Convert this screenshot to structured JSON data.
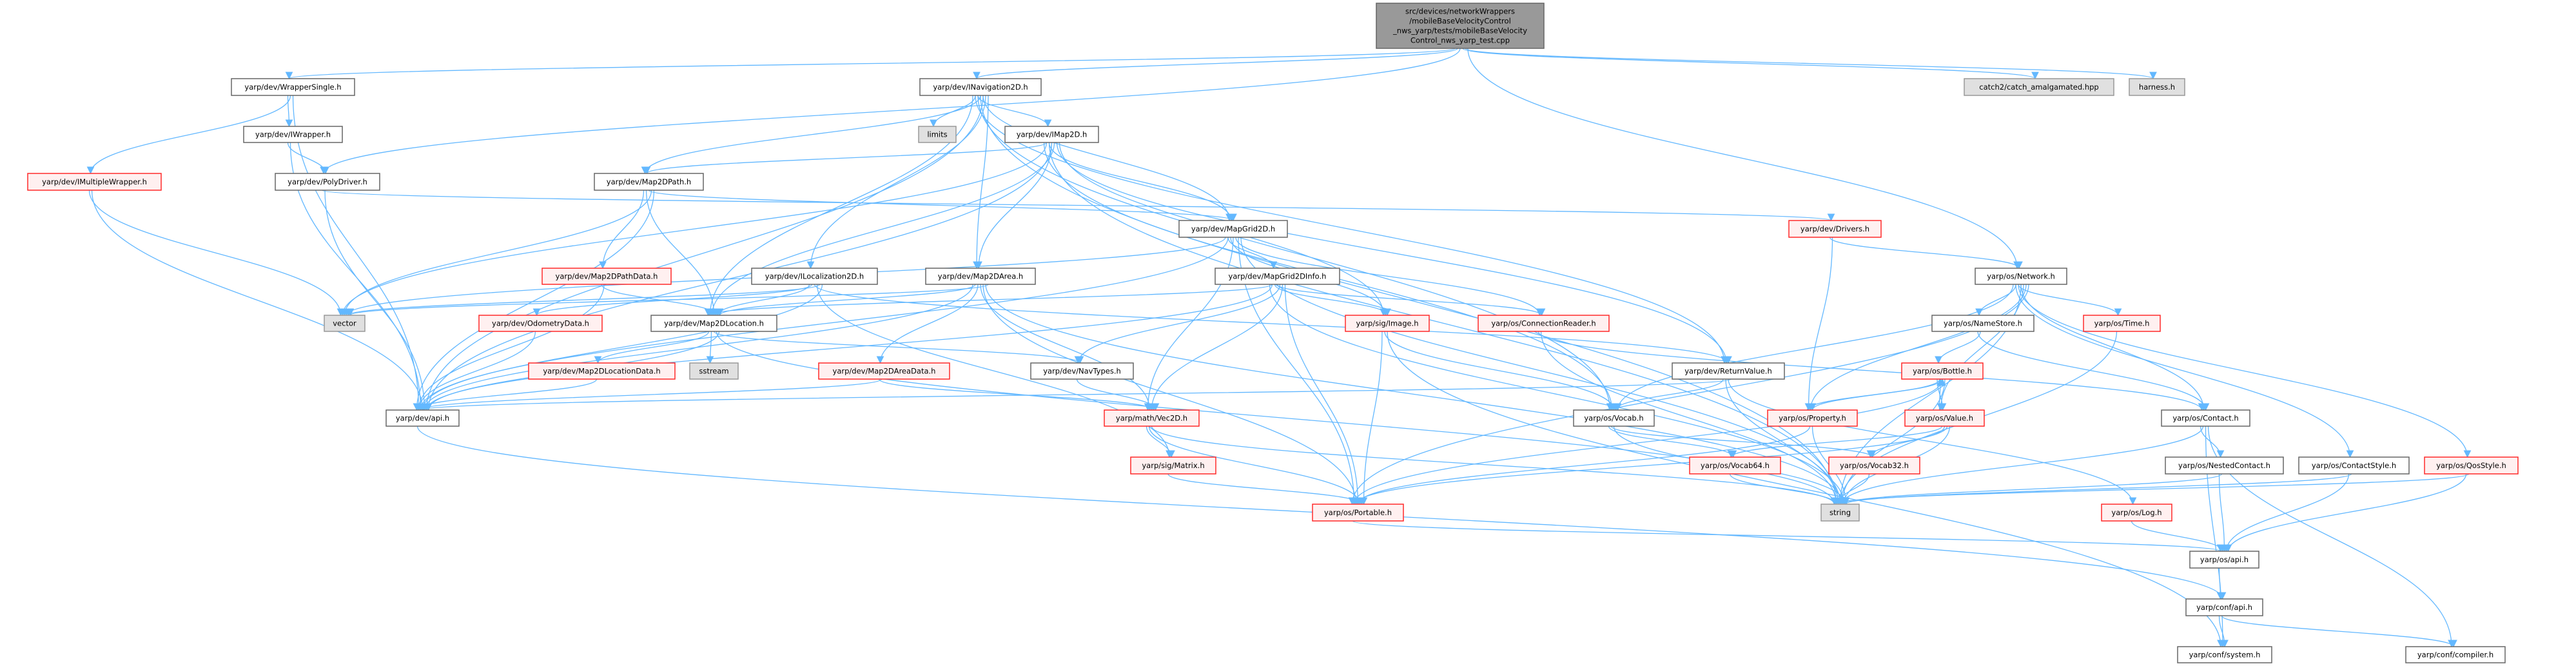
{
  "graph": {
    "root": {
      "lines": [
        "src/devices/networkWrappers",
        "/mobileBaseVelocityControl",
        "_nws_yarp/tests/mobileBaseVelocity",
        "Control_nws_yarp_test.cpp"
      ]
    },
    "nodes": [
      {
        "id": "wrapperSingle",
        "label": "yarp/dev/WrapperSingle.h",
        "style": "normal"
      },
      {
        "id": "iNavigation2D",
        "label": "yarp/dev/INavigation2D.h",
        "style": "normal"
      },
      {
        "id": "catch2",
        "label": "catch2/catch_amalgamated.hpp",
        "style": "ext"
      },
      {
        "id": "harness",
        "label": "harness.h",
        "style": "ext"
      },
      {
        "id": "iWrapper",
        "label": "yarp/dev/IWrapper.h",
        "style": "normal"
      },
      {
        "id": "limits",
        "label": "limits",
        "style": "ext"
      },
      {
        "id": "iMap2D",
        "label": "yarp/dev/IMap2D.h",
        "style": "normal"
      },
      {
        "id": "iMultipleWrapper",
        "label": "yarp/dev/IMultipleWrapper.h",
        "style": "red"
      },
      {
        "id": "polyDriver",
        "label": "yarp/dev/PolyDriver.h",
        "style": "normal"
      },
      {
        "id": "map2DPath",
        "label": "yarp/dev/Map2DPath.h",
        "style": "normal"
      },
      {
        "id": "mapGrid2D",
        "label": "yarp/dev/MapGrid2D.h",
        "style": "normal"
      },
      {
        "id": "drivers",
        "label": "yarp/dev/Drivers.h",
        "style": "red"
      },
      {
        "id": "map2DPathData",
        "label": "yarp/dev/Map2DPathData.h",
        "style": "red"
      },
      {
        "id": "iLocalization2D",
        "label": "yarp/dev/ILocalization2D.h",
        "style": "normal"
      },
      {
        "id": "map2DArea",
        "label": "yarp/dev/Map2DArea.h",
        "style": "normal"
      },
      {
        "id": "mapGrid2DInfo",
        "label": "yarp/dev/MapGrid2DInfo.h",
        "style": "normal"
      },
      {
        "id": "network",
        "label": "yarp/os/Network.h",
        "style": "normal"
      },
      {
        "id": "vector",
        "label": "vector",
        "style": "ext"
      },
      {
        "id": "odometryData",
        "label": "yarp/dev/OdometryData.h",
        "style": "red"
      },
      {
        "id": "map2DLocation",
        "label": "yarp/dev/Map2DLocation.h",
        "style": "normal"
      },
      {
        "id": "image",
        "label": "yarp/sig/Image.h",
        "style": "red"
      },
      {
        "id": "connectionReader",
        "label": "yarp/os/ConnectionReader.h",
        "style": "red"
      },
      {
        "id": "nameStore",
        "label": "yarp/os/NameStore.h",
        "style": "normal"
      },
      {
        "id": "time",
        "label": "yarp/os/Time.h",
        "style": "red"
      },
      {
        "id": "map2DLocationData",
        "label": "yarp/dev/Map2DLocationData.h",
        "style": "red"
      },
      {
        "id": "sstream",
        "label": "sstream",
        "style": "ext"
      },
      {
        "id": "map2DAreaData",
        "label": "yarp/dev/Map2DAreaData.h",
        "style": "red"
      },
      {
        "id": "navTypes",
        "label": "yarp/dev/NavTypes.h",
        "style": "normal"
      },
      {
        "id": "returnValue",
        "label": "yarp/dev/ReturnValue.h",
        "style": "normal"
      },
      {
        "id": "bottle",
        "label": "yarp/os/Bottle.h",
        "style": "red"
      },
      {
        "id": "devApi",
        "label": "yarp/dev/api.h",
        "style": "normal"
      },
      {
        "id": "vec2D",
        "label": "yarp/math/Vec2D.h",
        "style": "red"
      },
      {
        "id": "vocab",
        "label": "yarp/os/Vocab.h",
        "style": "normal"
      },
      {
        "id": "property",
        "label": "yarp/os/Property.h",
        "style": "red"
      },
      {
        "id": "value",
        "label": "yarp/os/Value.h",
        "style": "red"
      },
      {
        "id": "contact",
        "label": "yarp/os/Contact.h",
        "style": "normal"
      },
      {
        "id": "matrix",
        "label": "yarp/sig/Matrix.h",
        "style": "red"
      },
      {
        "id": "vocab64",
        "label": "yarp/os/Vocab64.h",
        "style": "red"
      },
      {
        "id": "vocab32",
        "label": "yarp/os/Vocab32.h",
        "style": "red"
      },
      {
        "id": "nestedContact",
        "label": "yarp/os/NestedContact.h",
        "style": "normal"
      },
      {
        "id": "contactStyle",
        "label": "yarp/os/ContactStyle.h",
        "style": "normal"
      },
      {
        "id": "qosStyle",
        "label": "yarp/os/QosStyle.h",
        "style": "red"
      },
      {
        "id": "portable",
        "label": "yarp/os/Portable.h",
        "style": "red"
      },
      {
        "id": "string",
        "label": "string",
        "style": "ext"
      },
      {
        "id": "log",
        "label": "yarp/os/Log.h",
        "style": "red"
      },
      {
        "id": "osApi",
        "label": "yarp/os/api.h",
        "style": "normal"
      },
      {
        "id": "confApi",
        "label": "yarp/conf/api.h",
        "style": "normal"
      },
      {
        "id": "confSystem",
        "label": "yarp/conf/system.h",
        "style": "normal"
      },
      {
        "id": "confCompiler",
        "label": "yarp/conf/compiler.h",
        "style": "normal"
      }
    ],
    "edges": [
      [
        "root",
        "wrapperSingle"
      ],
      [
        "root",
        "iNavigation2D"
      ],
      [
        "root",
        "polyDriver"
      ],
      [
        "root",
        "catch2"
      ],
      [
        "root",
        "harness"
      ],
      [
        "root",
        "network"
      ],
      [
        "wrapperSingle",
        "iWrapper"
      ],
      [
        "wrapperSingle",
        "iMultipleWrapper"
      ],
      [
        "wrapperSingle",
        "devApi"
      ],
      [
        "iWrapper",
        "polyDriver"
      ],
      [
        "iWrapper",
        "devApi"
      ],
      [
        "iMultipleWrapper",
        "vector"
      ],
      [
        "iMultipleWrapper",
        "devApi"
      ],
      [
        "polyDriver",
        "drivers"
      ],
      [
        "polyDriver",
        "devApi"
      ],
      [
        "iNavigation2D",
        "limits"
      ],
      [
        "iNavigation2D",
        "iMap2D"
      ],
      [
        "iNavigation2D",
        "map2DPath"
      ],
      [
        "iNavigation2D",
        "mapGrid2D"
      ],
      [
        "iNavigation2D",
        "iLocalization2D"
      ],
      [
        "iNavigation2D",
        "map2DArea"
      ],
      [
        "iNavigation2D",
        "map2DLocation"
      ],
      [
        "iNavigation2D",
        "returnValue"
      ],
      [
        "iNavigation2D",
        "vocab"
      ],
      [
        "iNavigation2D",
        "string"
      ],
      [
        "iNavigation2D",
        "devApi"
      ],
      [
        "iMap2D",
        "map2DPath"
      ],
      [
        "iMap2D",
        "mapGrid2D"
      ],
      [
        "iMap2D",
        "map2DArea"
      ],
      [
        "iMap2D",
        "map2DLocation"
      ],
      [
        "iMap2D",
        "returnValue"
      ],
      [
        "iMap2D",
        "image"
      ],
      [
        "iMap2D",
        "vocab"
      ],
      [
        "iMap2D",
        "vector"
      ],
      [
        "iMap2D",
        "string"
      ],
      [
        "iMap2D",
        "devApi"
      ],
      [
        "map2DPath",
        "map2DPathData"
      ],
      [
        "map2DPath",
        "map2DLocation"
      ],
      [
        "map2DPath",
        "mapGrid2D"
      ],
      [
        "map2DPath",
        "vector"
      ],
      [
        "map2DPath",
        "devApi"
      ],
      [
        "map2DPathData",
        "map2DLocation"
      ],
      [
        "map2DPathData",
        "devApi"
      ],
      [
        "mapGrid2D",
        "mapGrid2DInfo"
      ],
      [
        "mapGrid2D",
        "image"
      ],
      [
        "mapGrid2D",
        "vec2D"
      ],
      [
        "mapGrid2D",
        "connectionReader"
      ],
      [
        "mapGrid2D",
        "portable"
      ],
      [
        "mapGrid2D",
        "string"
      ],
      [
        "mapGrid2D",
        "vector"
      ],
      [
        "mapGrid2D",
        "devApi"
      ],
      [
        "iLocalization2D",
        "map2DLocation"
      ],
      [
        "iLocalization2D",
        "odometryData"
      ],
      [
        "iLocalization2D",
        "returnValue"
      ],
      [
        "iLocalization2D",
        "matrix"
      ],
      [
        "iLocalization2D",
        "vector"
      ],
      [
        "iLocalization2D",
        "devApi"
      ],
      [
        "map2DArea",
        "map2DLocation"
      ],
      [
        "map2DArea",
        "map2DAreaData"
      ],
      [
        "map2DArea",
        "vec2D"
      ],
      [
        "map2DArea",
        "portable"
      ],
      [
        "map2DArea",
        "string"
      ],
      [
        "map2DArea",
        "vector"
      ],
      [
        "map2DArea",
        "devApi"
      ],
      [
        "mapGrid2DInfo",
        "map2DLocation"
      ],
      [
        "mapGrid2DInfo",
        "image"
      ],
      [
        "mapGrid2DInfo",
        "connectionReader"
      ],
      [
        "mapGrid2DInfo",
        "navTypes"
      ],
      [
        "mapGrid2DInfo",
        "vec2D"
      ],
      [
        "mapGrid2DInfo",
        "portable"
      ],
      [
        "mapGrid2DInfo",
        "string"
      ],
      [
        "mapGrid2DInfo",
        "devApi"
      ],
      [
        "map2DLocation",
        "map2DLocationData"
      ],
      [
        "map2DLocation",
        "sstream"
      ],
      [
        "map2DLocation",
        "navTypes"
      ],
      [
        "map2DLocation",
        "string"
      ],
      [
        "map2DLocation",
        "devApi"
      ],
      [
        "map2DLocationData",
        "devApi"
      ],
      [
        "odometryData",
        "devApi"
      ],
      [
        "map2DAreaData",
        "vec2D"
      ],
      [
        "map2DAreaData",
        "devApi"
      ],
      [
        "navTypes",
        "vec2D"
      ],
      [
        "vec2D",
        "matrix"
      ],
      [
        "vec2D",
        "portable"
      ],
      [
        "vec2D",
        "string"
      ],
      [
        "matrix",
        "portable"
      ],
      [
        "image",
        "portable"
      ],
      [
        "image",
        "vocab"
      ],
      [
        "image",
        "confSystem"
      ],
      [
        "connectionReader",
        "contact"
      ],
      [
        "connectionReader",
        "string"
      ],
      [
        "drivers",
        "network"
      ],
      [
        "drivers",
        "property"
      ],
      [
        "returnValue",
        "vocab"
      ],
      [
        "returnValue",
        "string"
      ],
      [
        "returnValue",
        "log"
      ],
      [
        "returnValue",
        "devApi"
      ],
      [
        "network",
        "nameStore"
      ],
      [
        "network",
        "time"
      ],
      [
        "network",
        "contact"
      ],
      [
        "network",
        "value"
      ],
      [
        "network",
        "property"
      ],
      [
        "network",
        "portable"
      ],
      [
        "network",
        "vocab"
      ],
      [
        "network",
        "contactStyle"
      ],
      [
        "network",
        "qosStyle"
      ],
      [
        "network",
        "string"
      ],
      [
        "nameStore",
        "contact"
      ],
      [
        "nameStore",
        "bottle"
      ],
      [
        "bottle",
        "value"
      ],
      [
        "bottle",
        "property"
      ],
      [
        "bottle",
        "portable"
      ],
      [
        "bottle",
        "string"
      ],
      [
        "value",
        "bottle"
      ],
      [
        "value",
        "vocab64"
      ],
      [
        "value",
        "vocab32"
      ],
      [
        "value",
        "portable"
      ],
      [
        "value",
        "string"
      ],
      [
        "property",
        "bottle"
      ],
      [
        "property",
        "portable"
      ],
      [
        "property",
        "string"
      ],
      [
        "vocab",
        "vocab64"
      ],
      [
        "vocab",
        "vocab32"
      ],
      [
        "vocab",
        "string"
      ],
      [
        "vocab64",
        "string"
      ],
      [
        "vocab32",
        "string"
      ],
      [
        "portable",
        "osApi"
      ],
      [
        "time",
        "string"
      ],
      [
        "log",
        "osApi"
      ],
      [
        "contact",
        "nestedContact"
      ],
      [
        "contact",
        "string"
      ],
      [
        "contact",
        "confSystem"
      ],
      [
        "contact",
        "confCompiler"
      ],
      [
        "nestedContact",
        "osApi"
      ],
      [
        "nestedContact",
        "string"
      ],
      [
        "contactStyle",
        "osApi"
      ],
      [
        "contactStyle",
        "string"
      ],
      [
        "qosStyle",
        "osApi"
      ],
      [
        "qosStyle",
        "string"
      ],
      [
        "osApi",
        "confApi"
      ],
      [
        "devApi",
        "confApi"
      ],
      [
        "confApi",
        "confSystem"
      ],
      [
        "confApi",
        "confCompiler"
      ]
    ]
  },
  "colors": {
    "edge": "#63b8ff",
    "red_border": "#ff2a2a",
    "red_fill": "#fff0f0",
    "ext_fill": "#e0e0e0",
    "root_fill": "#999999"
  }
}
